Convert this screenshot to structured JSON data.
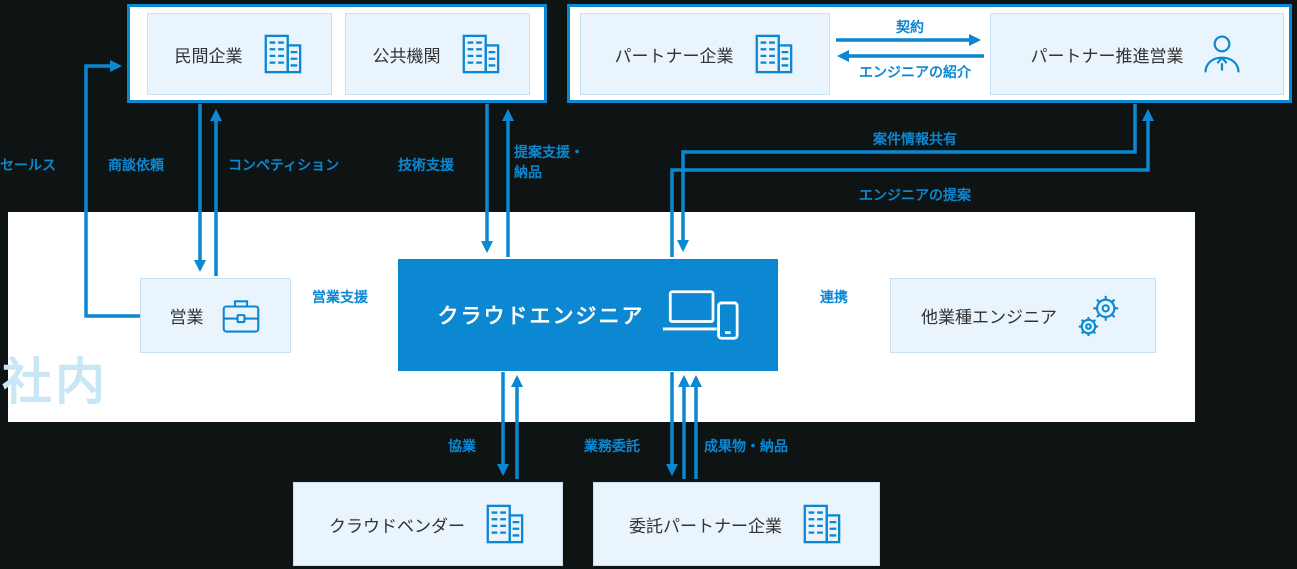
{
  "zone_label": "社内",
  "nodes": {
    "private_company": "民間企業",
    "public_institution": "公共機関",
    "partner_company": "パートナー企業",
    "partner_promotion_sales": "パートナー推進営業",
    "sales": "営業",
    "cloud_engineer": "クラウドエンジニア",
    "other_industry_engineer": "他業種エンジニア",
    "cloud_vendor": "クラウドベンダー",
    "outsourced_partner_company": "委託パートナー企業"
  },
  "edge_labels": {
    "sales_approach": "セールス",
    "negotiation_request": "商談依頼",
    "competition": "コンペティション",
    "technical_support": "技術支援",
    "proposal_support_delivery": "提案支援・納品",
    "contract": "契約",
    "engineer_introduction": "エンジニアの紹介",
    "case_information_sharing": "案件情報共有",
    "engineer_proposal": "エンジニアの提案",
    "sales_support": "営業支援",
    "cooperation": "連携",
    "partnership": "協業",
    "outsourcing": "業務委託",
    "deliverables_delivery": "成果物・納品"
  },
  "colors": {
    "accent": "#0c87d1",
    "page_bg": "#0d1413",
    "band_bg": "#ffffff",
    "box_fill": "#e9f4fc",
    "box_border": "#c9e2f3",
    "zone_text": "#c9e6f7"
  }
}
